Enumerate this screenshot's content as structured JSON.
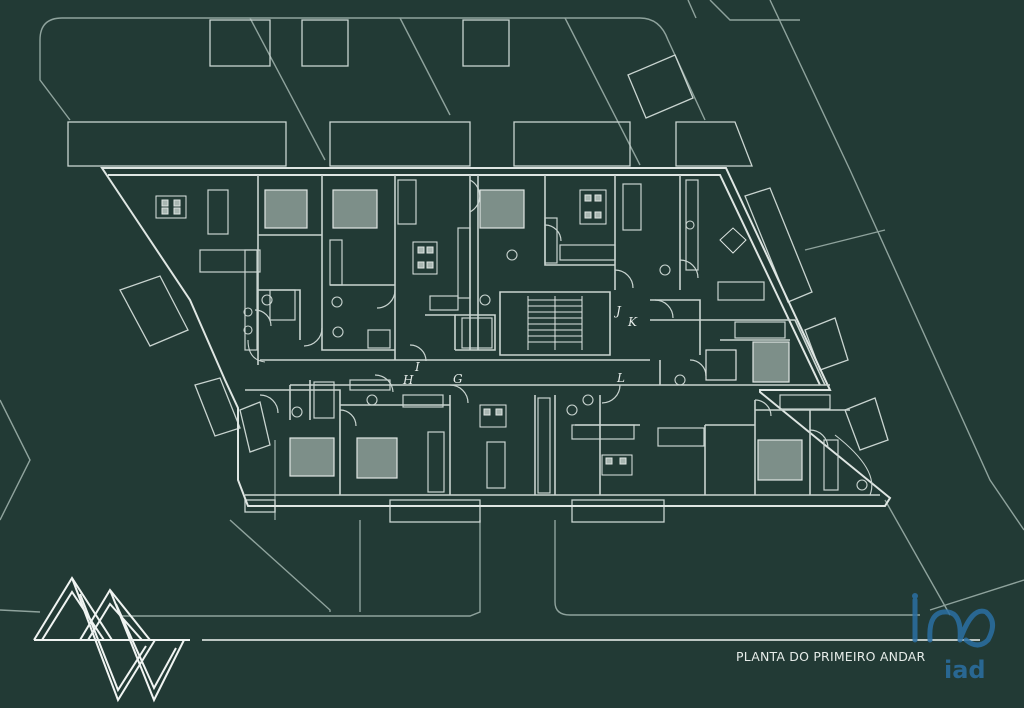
{
  "plan": {
    "title": "PLANTA DO PRIMEIRO ANDAR",
    "unit_labels": [
      "I",
      "H",
      "G",
      "J",
      "K",
      "L"
    ]
  },
  "watermark": {
    "brand_text": "iad",
    "brand_color": "#2b6fa3"
  },
  "colors": {
    "background": "#223a35",
    "line": "#c9d4d0",
    "line_dim": "#8fa39d",
    "furniture": "#a9b7b2"
  }
}
